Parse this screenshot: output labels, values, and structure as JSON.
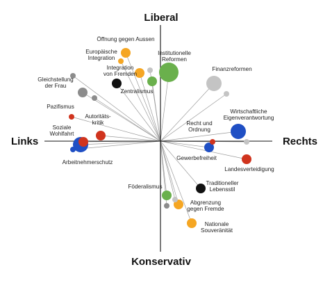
{
  "poles": {
    "top": "Liberal",
    "bottom": "Konservativ",
    "left": "Links",
    "right": "Rechts"
  },
  "colors": {
    "orange": "#F5A623",
    "green": "#6AB04C",
    "gray": "#8C8C8C",
    "light_gray": "#C4C4C4",
    "black": "#111111",
    "red": "#D0341E",
    "blue": "#1F4FC4",
    "axis": "#111111",
    "ray": "#9A9A9A"
  },
  "labels": {
    "oeffnung": [
      "Öffnung gegen Aussen"
    ],
    "europaeische": [
      "Europäische",
      "Integration"
    ],
    "institutionelle": [
      "Institutionelle",
      "Reformen"
    ],
    "integration_fremden": [
      "Integration",
      "von Fremden"
    ],
    "zentralismus": [
      "Zentralismus"
    ],
    "finanzreformen": [
      "Finanzreformen"
    ],
    "gleichstellung": [
      "Gleichstellung",
      "der Frau"
    ],
    "pazifismus": [
      "Pazifismus"
    ],
    "autoritaetskritik": [
      "Autoritäts-",
      "kritik"
    ],
    "soziale_wohlfahrt": [
      "Soziale",
      "Wohlfahrt"
    ],
    "arbeitnehmerschutz": [
      "Arbeitnehmerschutz"
    ],
    "wirtschaftliche": [
      "Wirtschaftliche",
      "Eigenverantwortung"
    ],
    "recht_ordnung": [
      "Recht und",
      "Ordnung"
    ],
    "gewerbefreiheit": [
      "Gewerbefreiheit"
    ],
    "landesverteidigung": [
      "Landesverteidigung"
    ],
    "foederalismus": [
      "Föderalismus"
    ],
    "traditioneller": [
      "Traditioneller",
      "Lebensstil"
    ],
    "abgrenzung": [
      "Abgrenzung",
      "gegen Fremde"
    ],
    "nationale": [
      "Nationale",
      "Souveränität"
    ]
  },
  "points": [
    {
      "id": "oeffnung",
      "color": "orange",
      "weight": 2
    },
    {
      "id": "europaeische",
      "color": "orange",
      "weight": 1
    },
    {
      "id": "integration_fremden_a",
      "color": "orange",
      "weight": 2
    },
    {
      "id": "integration_fremden_b",
      "color": "light_gray",
      "weight": 1
    },
    {
      "id": "institutionelle",
      "color": "green",
      "weight": 4
    },
    {
      "id": "zentralismus",
      "color": "green",
      "weight": 2
    },
    {
      "id": "zentralismus_black",
      "color": "black",
      "weight": 2
    },
    {
      "id": "finanzreformen_a",
      "color": "light_gray",
      "weight": 3
    },
    {
      "id": "finanzreformen_b",
      "color": "light_gray",
      "weight": 1
    },
    {
      "id": "gleichstellung_a",
      "color": "gray",
      "weight": 1
    },
    {
      "id": "gleichstellung_b",
      "color": "gray",
      "weight": 2
    },
    {
      "id": "gleichstellung_c",
      "color": "gray",
      "weight": 1
    },
    {
      "id": "pazifismus",
      "color": "red",
      "weight": 1
    },
    {
      "id": "autoritaetskritik",
      "color": "red",
      "weight": 2
    },
    {
      "id": "soziale_a",
      "color": "blue",
      "weight": 3
    },
    {
      "id": "soziale_b",
      "color": "blue",
      "weight": 1
    },
    {
      "id": "soziale_red",
      "color": "red",
      "weight": 2
    },
    {
      "id": "wirtschaftliche",
      "color": "blue",
      "weight": 3
    },
    {
      "id": "wirtschaftliche_gray",
      "color": "light_gray",
      "weight": 1
    },
    {
      "id": "recht_ordnung",
      "color": "red",
      "weight": 1
    },
    {
      "id": "gewerbefreiheit",
      "color": "blue",
      "weight": 2
    },
    {
      "id": "landesverteidigung",
      "color": "red",
      "weight": 2
    },
    {
      "id": "foederalismus",
      "color": "green",
      "weight": 2
    },
    {
      "id": "foederalismus_gray",
      "color": "gray",
      "weight": 1
    },
    {
      "id": "traditioneller",
      "color": "black",
      "weight": 2
    },
    {
      "id": "abgrenzung_a",
      "color": "orange",
      "weight": 2
    },
    {
      "id": "abgrenzung_b",
      "color": "light_gray",
      "weight": 1
    },
    {
      "id": "nationale",
      "color": "orange",
      "weight": 2
    }
  ]
}
